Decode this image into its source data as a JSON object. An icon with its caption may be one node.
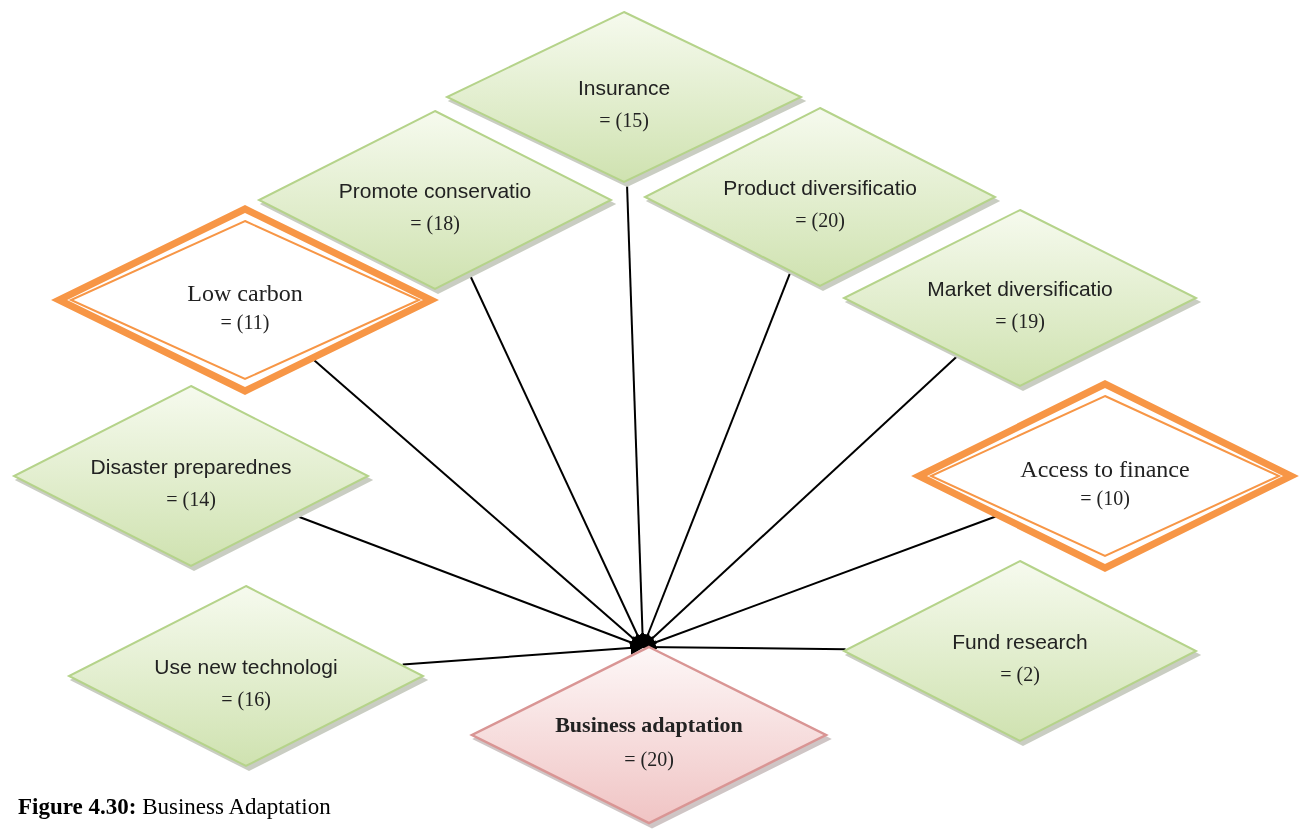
{
  "diagram": {
    "caption": "**Figure 4.30:** Business Adaptation",
    "nodes": [
      {
        "text": [
          "Insurance",
          "= (15)"
        ]
      },
      {
        "text": [
          "Promote conservatio",
          "= (18)"
        ]
      },
      {
        "text": [
          "Product diversificatio",
          "= (20)"
        ]
      },
      {
        "text": [
          "Low carbon",
          "= (11)"
        ]
      },
      {
        "text": [
          "Market diversificatio",
          "= (19)"
        ]
      },
      {
        "text": [
          "Disaster preparednes",
          "= (14)"
        ]
      },
      {
        "text": [
          "Access to finance",
          "= (10)"
        ]
      },
      {
        "text": [
          "Use new technologi",
          "= (16)"
        ]
      },
      {
        "text": [
          "Fund research",
          "= (2)"
        ]
      },
      {
        "text": [
          "Business adaptation",
          "= (20)"
        ]
      }
    ],
    "edges": [
      {
        "from": 0,
        "to": 9,
        "arrow": "to"
      },
      {
        "from": 1,
        "to": 9,
        "arrow": "to"
      },
      {
        "from": 2,
        "to": 9,
        "arrow": "to"
      },
      {
        "from": 3,
        "to": 9,
        "arrow": "to"
      },
      {
        "from": 4,
        "to": 9,
        "arrow": "to"
      },
      {
        "from": 5,
        "to": 9,
        "arrow": "to"
      },
      {
        "from": 6,
        "to": 9,
        "arrow": "to"
      },
      {
        "from": 7,
        "to": 9,
        "arrow": "to"
      },
      {
        "from": 8,
        "to": 9,
        "arrow": "to"
      }
    ]
  }
}
